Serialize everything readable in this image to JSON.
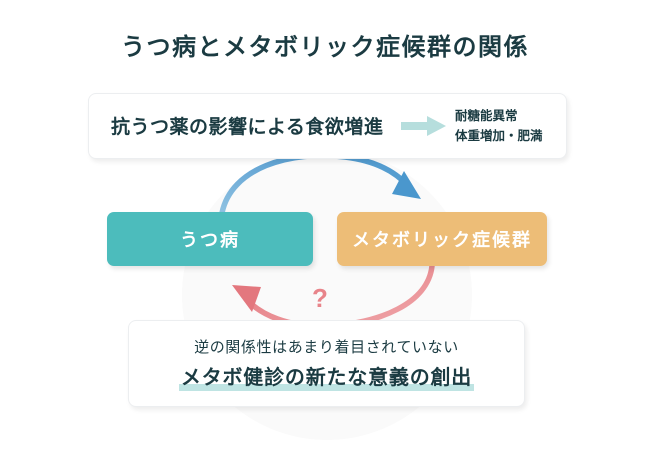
{
  "page": {
    "title": "うつ病とメタボリック症候群の関係",
    "background_color": "#ffffff"
  },
  "colors": {
    "title_text": "#1b3b42",
    "depression_box": "#4cbcbc",
    "metabolic_box": "#edbd77",
    "forward_arrow": "#5b9fd1",
    "reverse_arrow": "#e8848a",
    "small_arrow": "#b6dedd",
    "highlight": "#bfe4e3",
    "card_background": "#ffffff",
    "card_border": "#eceef0",
    "bg_circle": "#fafafa"
  },
  "top_panel": {
    "cause_text": "抗うつ薬の影響による食欲増進",
    "arrow_icon": "right-arrow-icon",
    "outcomes": [
      "耐糖能異常",
      "体重増加・肥満"
    ]
  },
  "nodes": {
    "left": {
      "label": "うつ病",
      "color": "#4cbcbc"
    },
    "right": {
      "label": "メタボリック症候群",
      "color": "#edbd77"
    }
  },
  "arrows": {
    "forward": {
      "name": "forward-curved-arrow",
      "color": "#5b9fd1",
      "from": "うつ病",
      "to": "メタボリック症候群"
    },
    "reverse": {
      "name": "reverse-curved-arrow",
      "color": "#e8848a",
      "from": "メタボリック症候群",
      "to": "うつ病",
      "annotation": "?"
    }
  },
  "bottom_panel": {
    "note": "逆の関係性はあまり着目されていない",
    "conclusion": "メタボ健診の新たな意義の創出",
    "conclusion_highlighted": true
  }
}
